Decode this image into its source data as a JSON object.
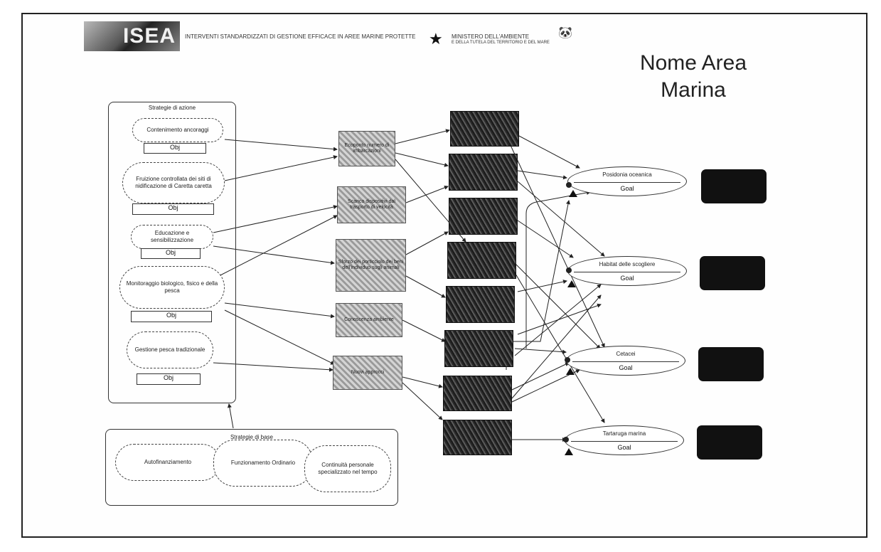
{
  "header": {
    "logo_text": "ISEA",
    "subtitle": "INTERVENTI STANDARDIZZATI DI GESTIONE EFFICACE IN AREE MARINE PROTETTE",
    "ministry_line1": "MINISTERO DELL'AMBIENTE",
    "ministry_line2": "E DELLA TUTELA DEL TERRITORIO E DEL MARE"
  },
  "area_title": "Nome Area Marina",
  "left_panel": {
    "title": "Strategie di azione",
    "items": [
      {
        "label": "Contenimento ancoraggi",
        "obj": "Obj"
      },
      {
        "label": "Fruizione controllata dei siti di nidificazione di Caretta caretta",
        "obj": "Obj"
      },
      {
        "label": "Educazione e sensibilizzazione",
        "obj": "Obj"
      },
      {
        "label": "Monitoraggio biologico, fisico e della pesca",
        "obj": "Obj"
      },
      {
        "label": "Gestione pesca tradizionale",
        "obj": "Obj"
      }
    ]
  },
  "base_panel": {
    "title": "Strategie di base",
    "items": [
      {
        "label": "Autofinanziamento"
      },
      {
        "label": "Funzionamento Ordinario"
      },
      {
        "label": "Continuità personale specializzato nel tempo"
      }
    ]
  },
  "middle_strategies": [
    {
      "label": "Ecoponto numero di imbarcazioni"
    },
    {
      "label": "Scarico dispositivi dal trasporto di velocità"
    },
    {
      "label": "Sforzo dei porticciolo dei beni dell'individuo sugli animali"
    },
    {
      "label": "Conoscenza ambiente"
    },
    {
      "label": "Nuovi approcci"
    }
  ],
  "goals": [
    {
      "name": "Posidonia oceanica",
      "label": "Goal"
    },
    {
      "name": "Habitat delle scogliere",
      "label": "Goal"
    },
    {
      "name": "Cetacei",
      "label": "Goal"
    },
    {
      "name": "Tartaruga marina",
      "label": "Goal"
    }
  ]
}
